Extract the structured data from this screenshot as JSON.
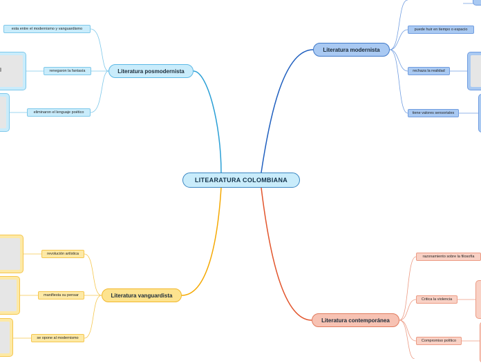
{
  "central": {
    "label": "LITEARATURA COLOMBIANA"
  },
  "branches": {
    "posmodernista": {
      "label": "Literatura posmodernista",
      "color": "#5bb8e5",
      "items": [
        "esta entre el modernismo y vanguardismo",
        "renegaron la fantasía",
        "eliminaron el lenguaje poético"
      ]
    },
    "modernista": {
      "label": "Literatura modernista",
      "color": "#3f78c8",
      "items": [
        "puede huir en tiempo o espacio",
        "rechaza la realidad",
        "tiene valores sensoriales"
      ]
    },
    "vanguardista": {
      "label": "Literatura vanguardista",
      "color": "#f2b72b",
      "items": [
        "revolución artística",
        "manifiesta su pensar",
        "se opone al modernismo"
      ]
    },
    "contemporanea": {
      "label": "Literatura contemporánea",
      "color": "#e07a5d",
      "items": [
        "razonamiento sobre la filosofía",
        "Critica la violencia",
        "Compromiso político"
      ]
    }
  },
  "icons": {
    "image_placeholder": "image-icon"
  }
}
